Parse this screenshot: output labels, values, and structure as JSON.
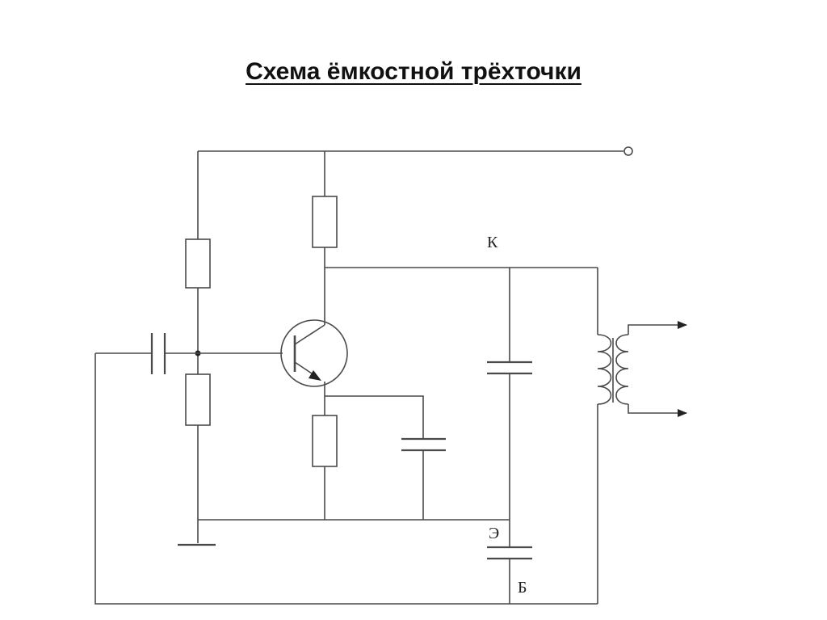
{
  "slide": {
    "title": "Схема ёмкостной трёхточки"
  },
  "diagram": {
    "labels": {
      "collector": "К",
      "emitter": "Э",
      "base": "Б"
    },
    "colors": {
      "line": "#4a4a4a",
      "text": "#111111"
    }
  }
}
